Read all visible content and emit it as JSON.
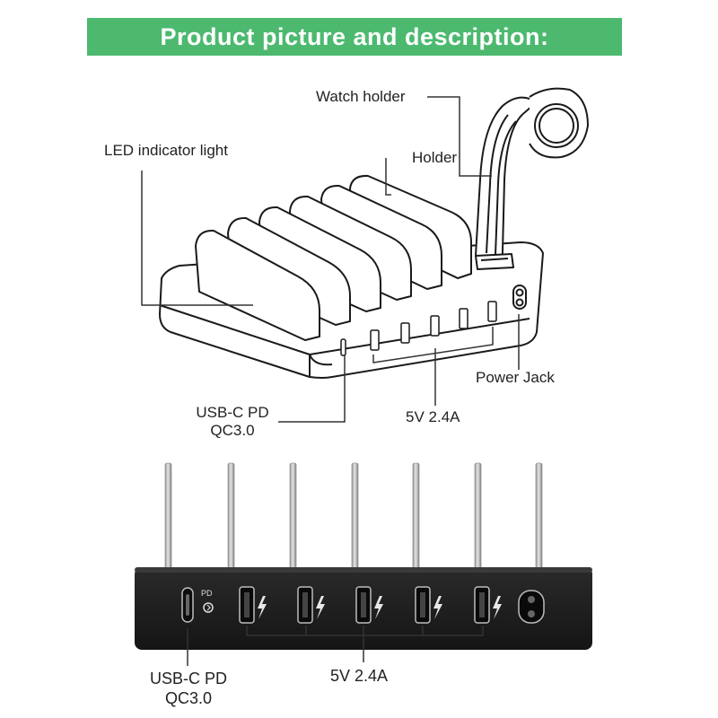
{
  "header": {
    "title": "Product picture and description:"
  },
  "top_view": {
    "labels": {
      "watch_holder": "Watch holder",
      "led_indicator": "LED indicator light",
      "holder": "Holder",
      "power_jack": "Power Jack",
      "usbc_line1": "USB-C PD",
      "usbc_line2": "QC3.0",
      "usb_a": "5V 2.4A"
    }
  },
  "front_view": {
    "pd_mark": "PD",
    "labels": {
      "usbc_line1": "USB-C PD",
      "usbc_line2": "QC3.0",
      "usb_a": "5V 2.4A"
    }
  },
  "colors": {
    "banner": "#4cb96f",
    "dock_body": "#1b1b1b",
    "stick": "#c9c9c9"
  }
}
